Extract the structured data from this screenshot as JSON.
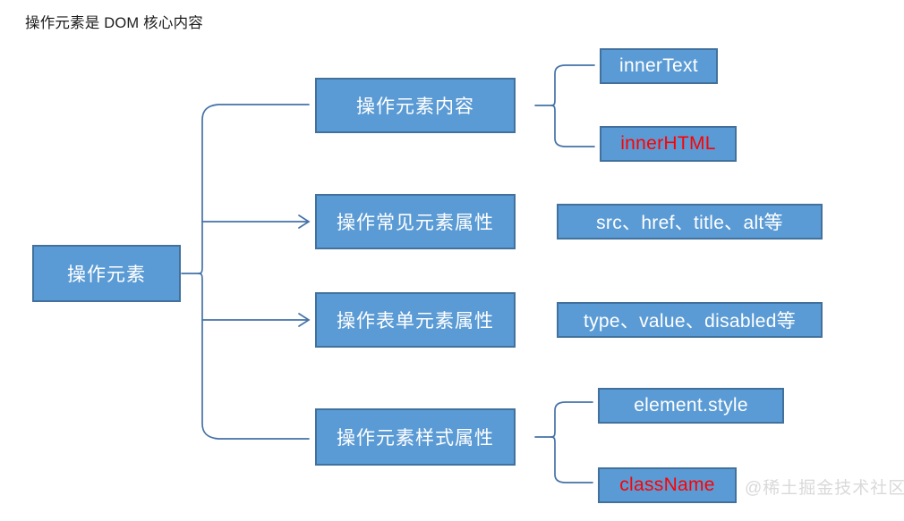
{
  "page": {
    "title": "操作元素是 DOM 核心内容",
    "watermark": "@稀土掘金技术社区",
    "background": "#ffffff"
  },
  "theme": {
    "node_fill": "#5b9bd5",
    "node_border": "#41719c",
    "node_text": "#ffffff",
    "accent_text": "#ff0000",
    "connector": "#4472a8",
    "title_text": "#1b1b1b",
    "watermark_text": "#d9d9d9"
  },
  "diagram": {
    "type": "mindmap",
    "root": {
      "label": "操作元素",
      "emphasis": false
    },
    "branches": [
      {
        "label": "操作元素内容",
        "emphasis": false,
        "connector": "brace",
        "children": [
          {
            "label": "innerText",
            "emphasis": false
          },
          {
            "label": "innerHTML",
            "emphasis": true
          }
        ]
      },
      {
        "label": "操作常见元素属性",
        "emphasis": false,
        "connector": "arrow",
        "children": [
          {
            "label": "src、href、title、alt等",
            "emphasis": false
          }
        ]
      },
      {
        "label": "操作表单元素属性",
        "emphasis": false,
        "connector": "arrow",
        "children": [
          {
            "label": "type、value、disabled等",
            "emphasis": false
          }
        ]
      },
      {
        "label": "操作元素样式属性",
        "emphasis": false,
        "connector": "brace",
        "children": [
          {
            "label": "element.style",
            "emphasis": false
          },
          {
            "label": "className",
            "emphasis": true
          }
        ]
      }
    ]
  }
}
